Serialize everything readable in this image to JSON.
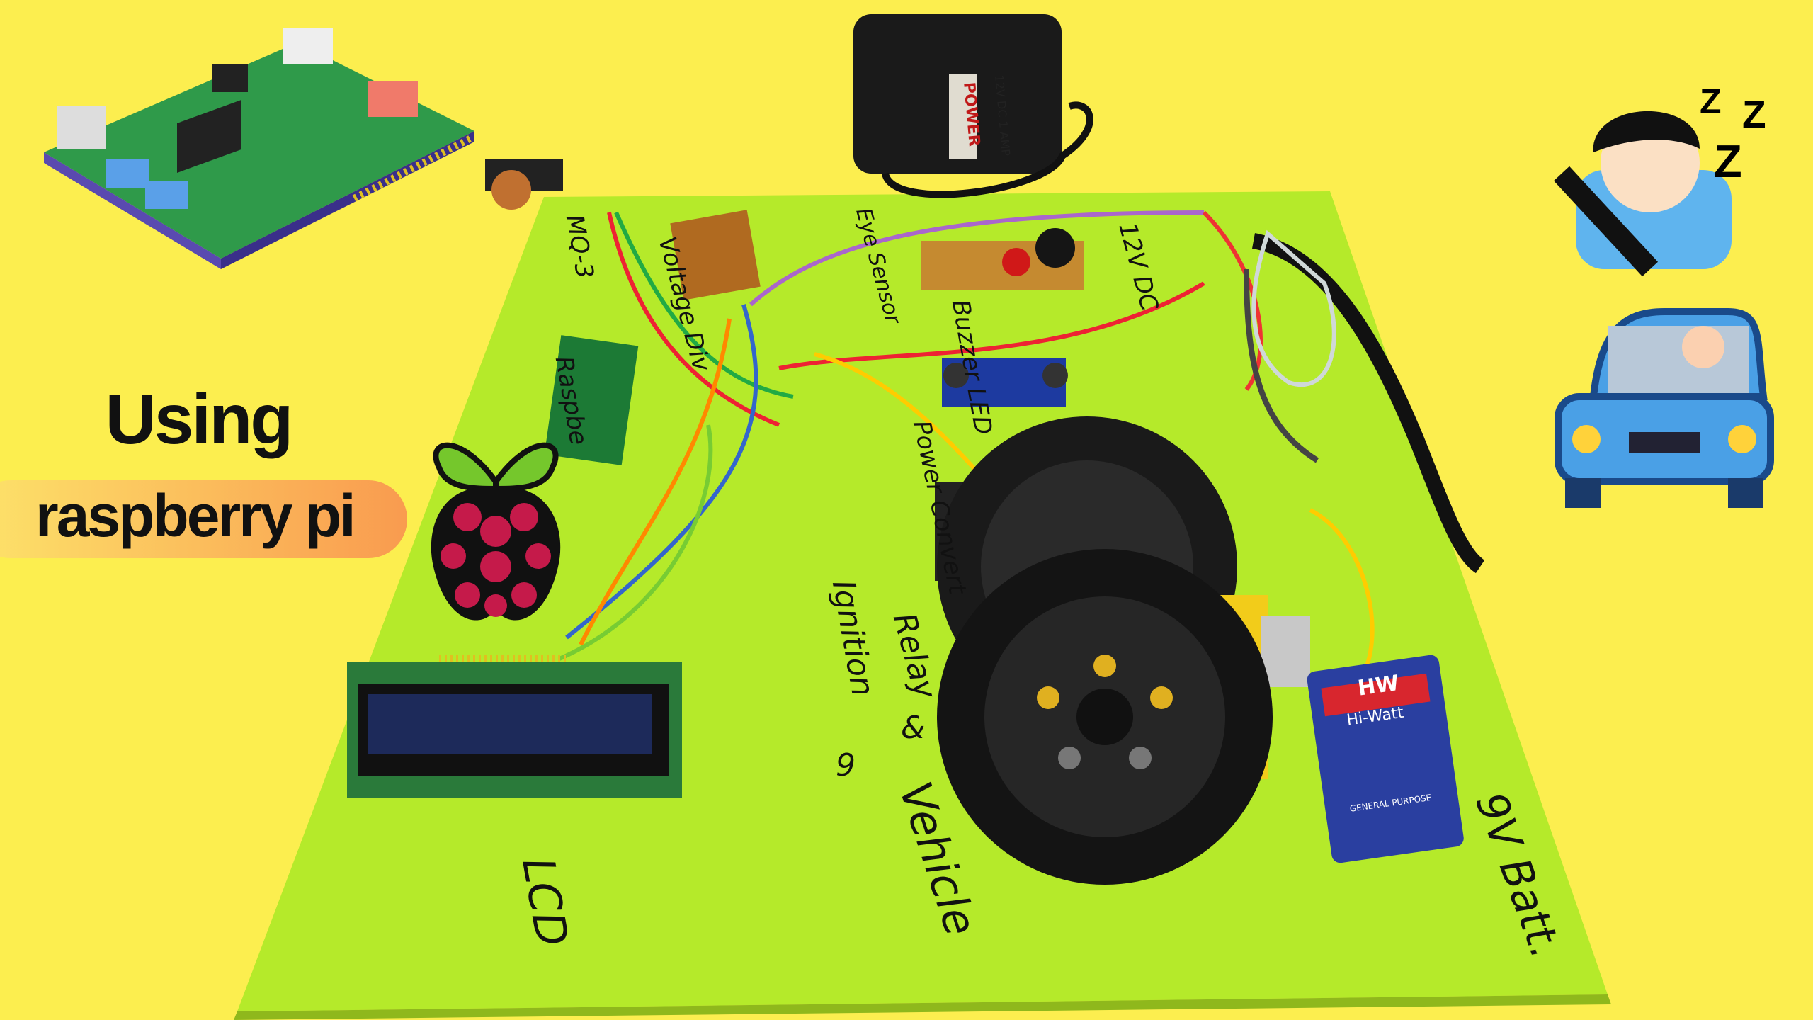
{
  "overlay": {
    "headline": "Using",
    "pill_label": "raspberry pi"
  },
  "board_labels": {
    "mq3": "MQ-3",
    "voltage_div": "Voltage Div",
    "eye_sensor": "Eye Sensor",
    "dc": "12V DC",
    "buzzer_led": "Buzzer LED",
    "raspberry": "Raspbe",
    "power_convert": "Power Convert",
    "relay": "Relay",
    "amp": "&",
    "ignition": "Ignition",
    "nine": "9",
    "vehicle": "Vehicle",
    "lcd": "LCD",
    "batt": "9V Batt."
  },
  "adapter": {
    "brand": "POWER",
    "spec": "12V DC 1 AMP"
  },
  "battery": {
    "brand": "HW",
    "name": "Hi-Watt",
    "type": "GENERAL PURPOSE"
  },
  "icons": [
    "raspberry-pi-board",
    "raspberry-pi-logo",
    "sleeping-driver",
    "drowsy-driver-car"
  ],
  "colors": {
    "background": "#fcee4f",
    "board": "#b5ea2a",
    "logo_red": "#c51a4a",
    "leaf_green": "#75c72c"
  }
}
